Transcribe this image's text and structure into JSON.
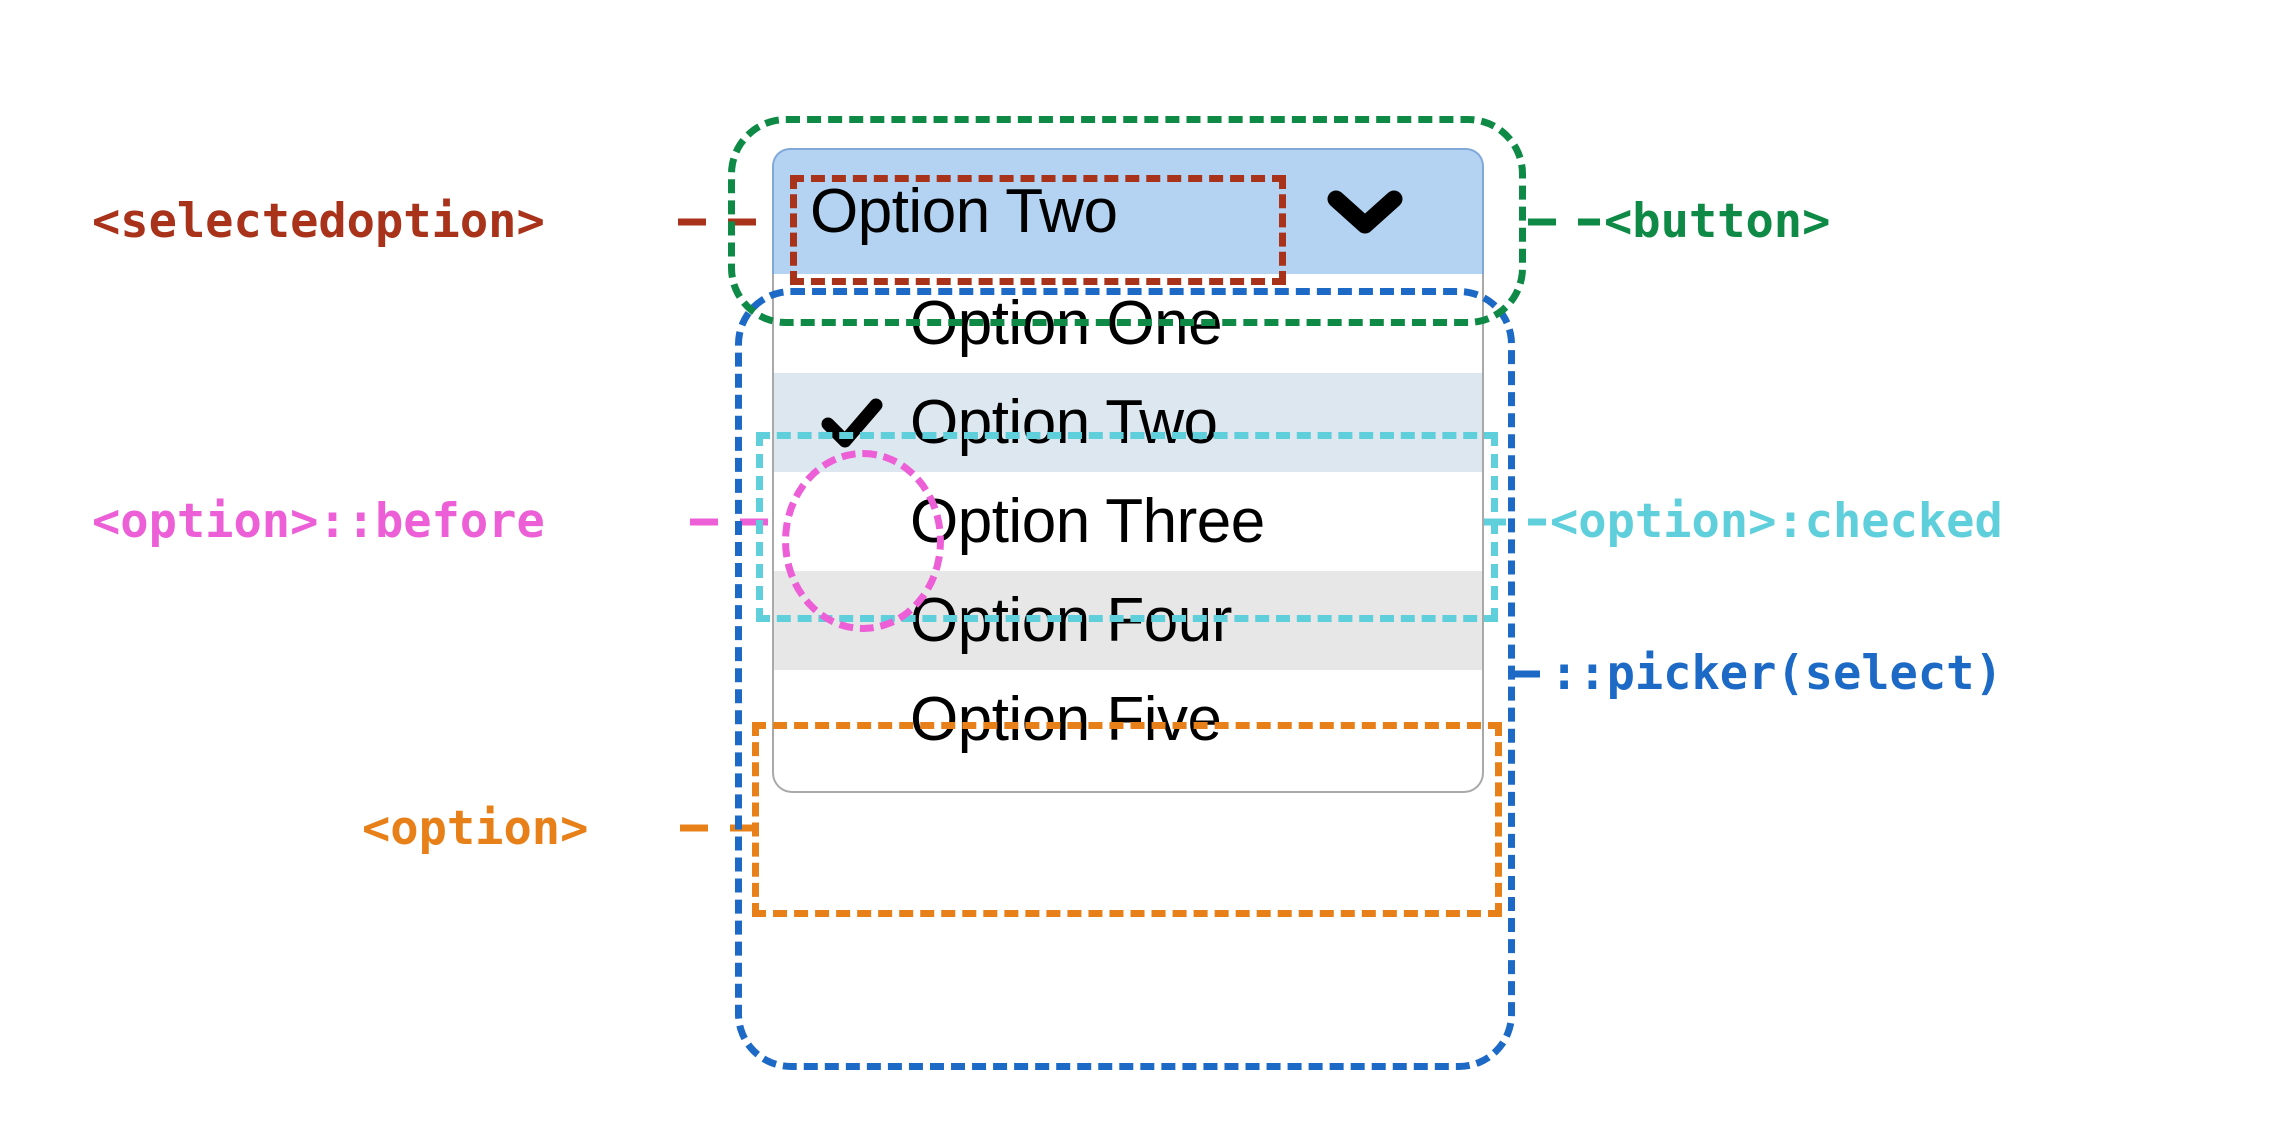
{
  "diagram": {
    "title": "Customizable select element anatomy",
    "background_color": "#ffffff"
  },
  "select": {
    "button": {
      "selected_option_label": "Option Two",
      "chevron_icon": "chevron-down-icon",
      "background_color": "#b4d3f2",
      "border_color": "#7fa9d8"
    },
    "picker": {
      "background_color": "#ffffff",
      "border_color": "#a9a9a9",
      "options": [
        {
          "label": "Option One",
          "checked": false,
          "hovered": false,
          "checkmark": ""
        },
        {
          "label": "Option Two",
          "checked": true,
          "hovered": false,
          "checkmark": "check-icon"
        },
        {
          "label": "Option Three",
          "checked": false,
          "hovered": false,
          "checkmark": ""
        },
        {
          "label": "Option Four",
          "checked": false,
          "hovered": true,
          "checkmark": ""
        },
        {
          "label": "Option Five",
          "checked": false,
          "hovered": false,
          "checkmark": ""
        }
      ],
      "checked_row_color": "#dde7ef",
      "hovered_row_color": "#e7e7e7"
    }
  },
  "annotations": [
    {
      "key": "selectedoption",
      "label": "<selectedoption>",
      "color": "#a8331a",
      "side": "left"
    },
    {
      "key": "button",
      "label": "<button>",
      "color": "#0e8a46",
      "side": "right"
    },
    {
      "key": "before",
      "label": "<option>::before",
      "color": "#ec5fd6",
      "side": "left"
    },
    {
      "key": "checked",
      "label": "<option>:checked",
      "color": "#5fcfdc",
      "side": "right"
    },
    {
      "key": "picker",
      "label": "::picker(select)",
      "color": "#1d6ac6",
      "side": "right"
    },
    {
      "key": "option",
      "label": "<option>",
      "color": "#e8801a",
      "side": "left"
    }
  ]
}
